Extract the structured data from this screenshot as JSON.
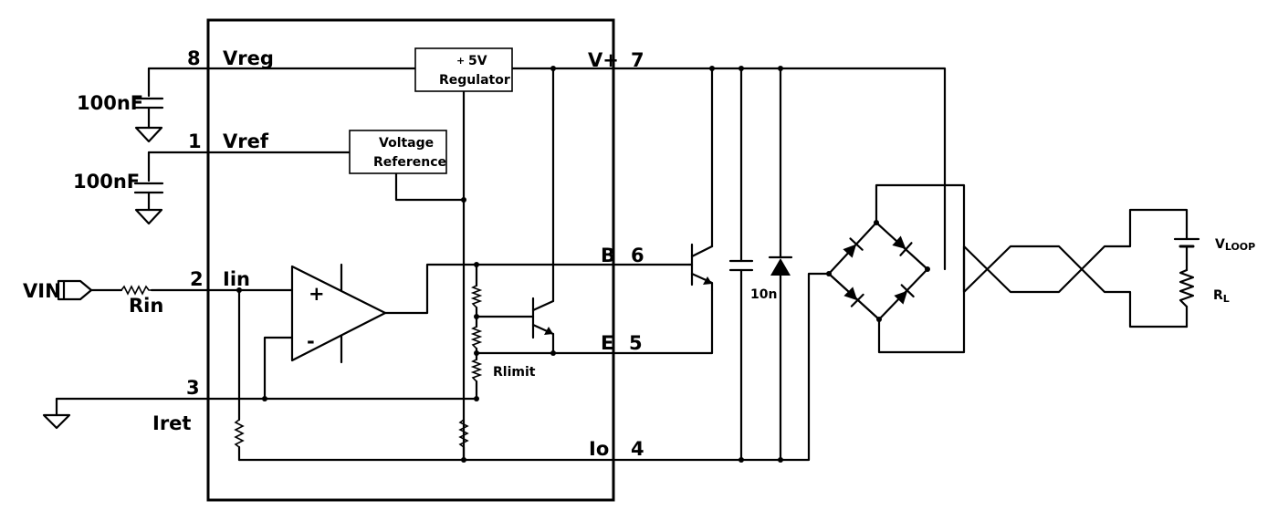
{
  "pins": {
    "p8": "8",
    "p1": "1",
    "p2": "2",
    "p3": "3",
    "p7": "7",
    "p6": "6",
    "p5": "5",
    "p4": "4"
  },
  "signals": {
    "vreg": "Vreg",
    "vref": "Vref",
    "iin": "Iin",
    "iret": "Iret",
    "vplus": "V+",
    "b": "B",
    "e": "E",
    "io": "Io"
  },
  "blocks": {
    "regulator_l1": "5V",
    "regulator_l2": "Regulator",
    "regulator_mark": "+",
    "reference_l1": "Voltage",
    "reference_l2": "Reference"
  },
  "opamp": {
    "plus": "+",
    "minus": "-"
  },
  "components": {
    "cap_top": "100nF",
    "cap_bottom": "100nF",
    "vin": "VIN",
    "rin": "Rin",
    "rlimit": "Rlimit",
    "cap_10n": "10n"
  },
  "loop": {
    "v_main": "V",
    "v_sub": "LOOP",
    "r_main": "R",
    "r_sub": "L"
  }
}
